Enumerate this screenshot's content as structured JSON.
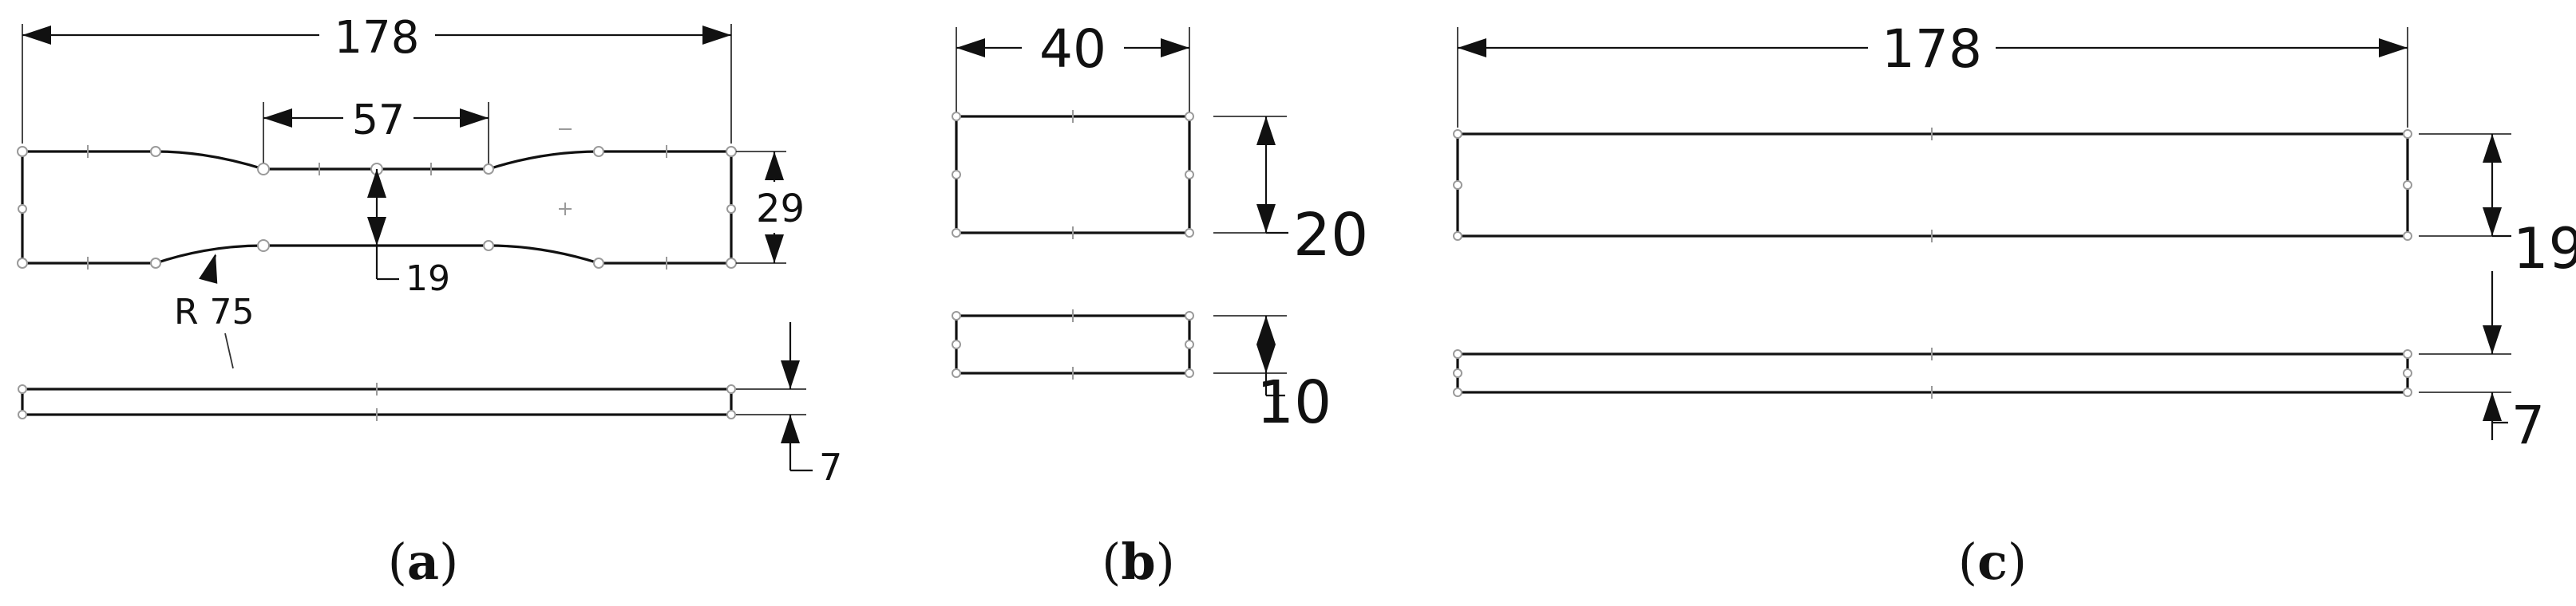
{
  "panels": {
    "a": {
      "overall_length": "178",
      "gauge_length": "57",
      "width": "29",
      "gauge_width": "19",
      "radius": "R 75",
      "thickness": "7",
      "caption_letter": "a"
    },
    "b": {
      "length": "40",
      "height": "20",
      "thickness": "10",
      "caption_letter": "b"
    },
    "c": {
      "length": "178",
      "height": "19",
      "thickness": "7",
      "caption_letter": "c"
    }
  },
  "caption_parens": {
    "open": "(",
    "close": ")"
  },
  "colors": {
    "line": "#111111",
    "vertex_marker": "#9a9a9a",
    "background": "#ffffff"
  }
}
